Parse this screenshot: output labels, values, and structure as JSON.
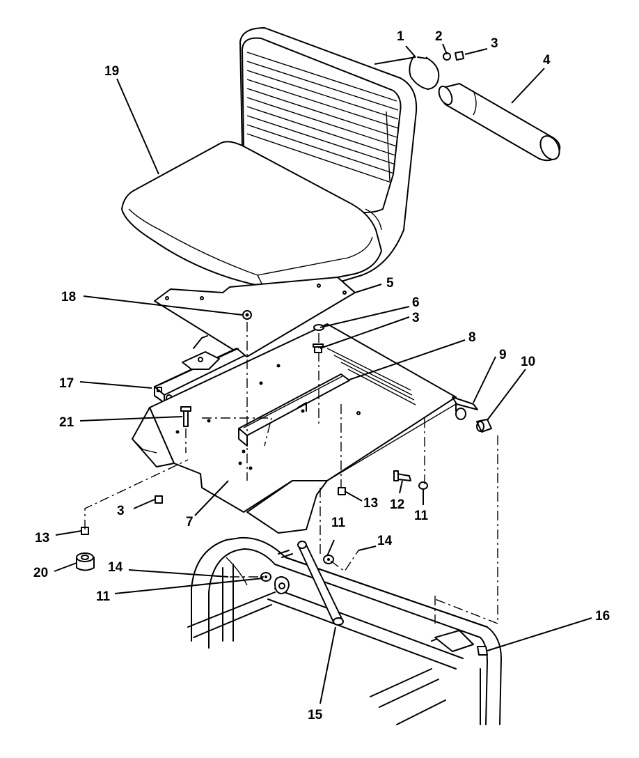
{
  "callouts": [
    {
      "id": "c1",
      "text": "1"
    },
    {
      "id": "c2",
      "text": "2"
    },
    {
      "id": "c3a",
      "text": "3"
    },
    {
      "id": "c4",
      "text": "4"
    },
    {
      "id": "c19",
      "text": "19"
    },
    {
      "id": "c5",
      "text": "5"
    },
    {
      "id": "c18",
      "text": "18"
    },
    {
      "id": "c6",
      "text": "6"
    },
    {
      "id": "c3b",
      "text": "3"
    },
    {
      "id": "c8",
      "text": "8"
    },
    {
      "id": "c9",
      "text": "9"
    },
    {
      "id": "c10",
      "text": "10"
    },
    {
      "id": "c17",
      "text": "17"
    },
    {
      "id": "c21",
      "text": "21"
    },
    {
      "id": "c3c",
      "text": "3"
    },
    {
      "id": "c13a",
      "text": "13"
    },
    {
      "id": "c12",
      "text": "12"
    },
    {
      "id": "c11a",
      "text": "11"
    },
    {
      "id": "c7",
      "text": "7"
    },
    {
      "id": "c13b",
      "text": "13"
    },
    {
      "id": "c11b",
      "text": "11"
    },
    {
      "id": "c14a",
      "text": "14"
    },
    {
      "id": "c20",
      "text": "20"
    },
    {
      "id": "c14b",
      "text": "14"
    },
    {
      "id": "c11c",
      "text": "11"
    },
    {
      "id": "c16",
      "text": "16"
    },
    {
      "id": "c15",
      "text": "15"
    }
  ]
}
